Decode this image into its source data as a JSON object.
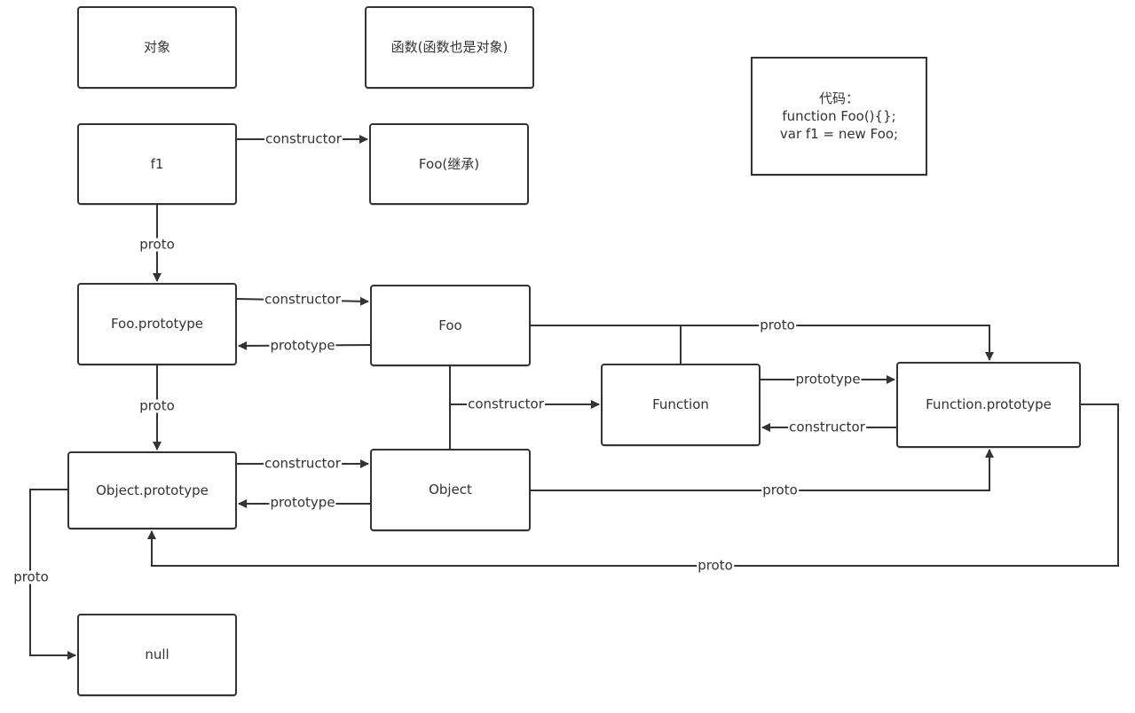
{
  "diagram": {
    "title": "JavaScript prototype chain",
    "line_color": "#333333",
    "background": "#ffffff",
    "nodes": {
      "legend_object": "对象",
      "legend_function": "函数(函数也是对象)",
      "code": "代码：\nfunction Foo(){};\nvar  f1 = new Foo;",
      "f1": "f1",
      "foo_inherit": "Foo(继承)",
      "foo_prototype": "Foo.prototype",
      "foo": "Foo",
      "function": "Function",
      "function_prototype": "Function.prototype",
      "object_prototype": "Object.prototype",
      "object": "Object",
      "null": "null"
    },
    "edges": [
      {
        "id": "f1-constructor",
        "from": "f1",
        "to": "Foo(继承)",
        "label": "constructor"
      },
      {
        "id": "f1-proto",
        "from": "f1",
        "to": "Foo.prototype",
        "label": "proto"
      },
      {
        "id": "fooproto-constructor",
        "from": "Foo.prototype",
        "to": "Foo",
        "label": "constructor"
      },
      {
        "id": "foo-prototype",
        "from": "Foo",
        "to": "Foo.prototype",
        "label": "prototype"
      },
      {
        "id": "foo-proto",
        "from": "Foo",
        "to": "Function.prototype",
        "label": "proto"
      },
      {
        "id": "fooproto-proto",
        "from": "Foo.prototype",
        "to": "Object.prototype",
        "label": "proto"
      },
      {
        "id": "foo-object-constructor",
        "from": "Foo/Object",
        "to": "Function",
        "label": "constructor"
      },
      {
        "id": "function-prototype",
        "from": "Function",
        "to": "Function.prototype",
        "label": "prototype"
      },
      {
        "id": "funcproto-constructor",
        "from": "Function.prototype",
        "to": "Function",
        "label": "constructor"
      },
      {
        "id": "objproto-constructor",
        "from": "Object.prototype",
        "to": "Object",
        "label": "constructor"
      },
      {
        "id": "object-prototype",
        "from": "Object",
        "to": "Object.prototype",
        "label": "prototype"
      },
      {
        "id": "object-proto",
        "from": "Object",
        "to": "Function.prototype",
        "label": "proto"
      },
      {
        "id": "funcproto-proto",
        "from": "Function.prototype",
        "to": "Object.prototype",
        "label": "proto"
      },
      {
        "id": "objproto-proto",
        "from": "Object.prototype",
        "to": "null",
        "label": "proto"
      }
    ]
  }
}
